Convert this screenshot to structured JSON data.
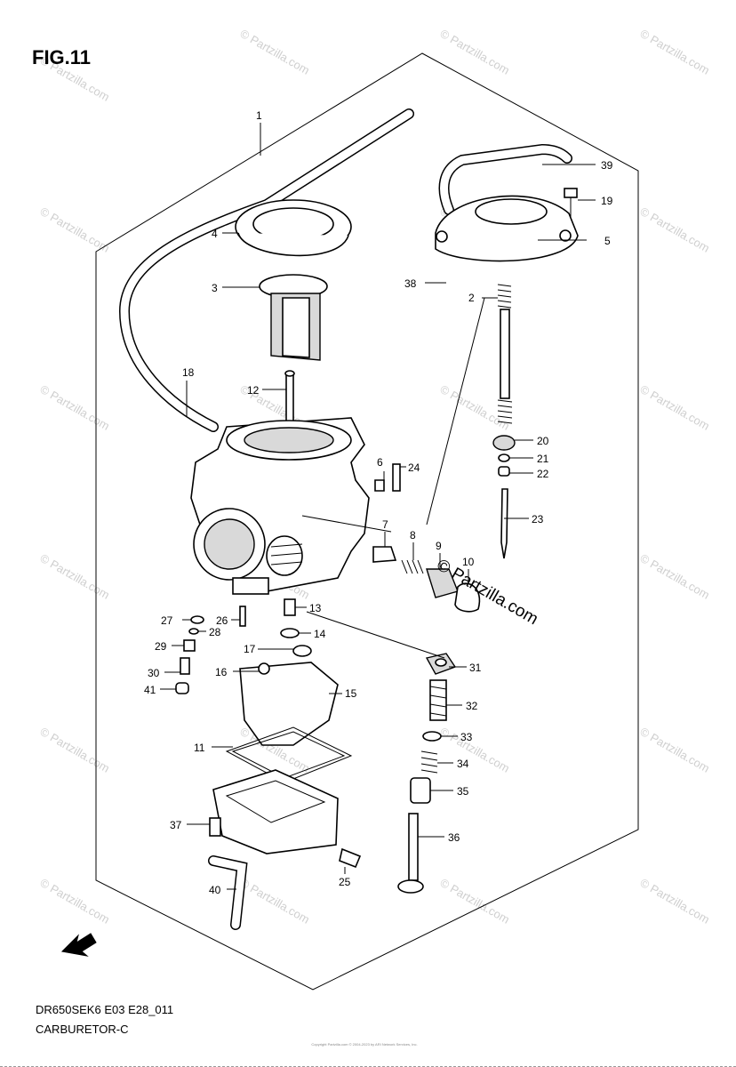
{
  "figure": {
    "title": "FIG.11"
  },
  "footer": {
    "model": "DR650SEK6 E03 E28_011",
    "subtitle": "CARBURETOR-C",
    "copyright": "Copyright\nPartzilla.com © 2004-2023 by ARI Network Services, Inc."
  },
  "watermark": {
    "text": "© Partzilla.com"
  },
  "icons": {
    "front_arrow": "fwd-arrow-icon"
  },
  "callouts": [
    {
      "id": "c1",
      "label": "1"
    },
    {
      "id": "c2",
      "label": "2"
    },
    {
      "id": "c3",
      "label": "3"
    },
    {
      "id": "c4",
      "label": "4"
    },
    {
      "id": "c5",
      "label": "5"
    },
    {
      "id": "c6",
      "label": "6"
    },
    {
      "id": "c7",
      "label": "7"
    },
    {
      "id": "c8",
      "label": "8"
    },
    {
      "id": "c9",
      "label": "9"
    },
    {
      "id": "c10",
      "label": "10"
    },
    {
      "id": "c11",
      "label": "11"
    },
    {
      "id": "c12",
      "label": "12"
    },
    {
      "id": "c13",
      "label": "13"
    },
    {
      "id": "c14",
      "label": "14"
    },
    {
      "id": "c15",
      "label": "15"
    },
    {
      "id": "c16",
      "label": "16"
    },
    {
      "id": "c17",
      "label": "17"
    },
    {
      "id": "c18",
      "label": "18"
    },
    {
      "id": "c19",
      "label": "19"
    },
    {
      "id": "c20",
      "label": "20"
    },
    {
      "id": "c21",
      "label": "21"
    },
    {
      "id": "c22",
      "label": "22"
    },
    {
      "id": "c23",
      "label": "23"
    },
    {
      "id": "c24",
      "label": "24"
    },
    {
      "id": "c25",
      "label": "25"
    },
    {
      "id": "c26",
      "label": "26"
    },
    {
      "id": "c27",
      "label": "27"
    },
    {
      "id": "c28",
      "label": "28"
    },
    {
      "id": "c29",
      "label": "29"
    },
    {
      "id": "c30",
      "label": "30"
    },
    {
      "id": "c31",
      "label": "31"
    },
    {
      "id": "c32",
      "label": "32"
    },
    {
      "id": "c33",
      "label": "33"
    },
    {
      "id": "c34",
      "label": "34"
    },
    {
      "id": "c35",
      "label": "35"
    },
    {
      "id": "c36",
      "label": "36"
    },
    {
      "id": "c37",
      "label": "37"
    },
    {
      "id": "c38",
      "label": "38"
    },
    {
      "id": "c39",
      "label": "39"
    },
    {
      "id": "c40",
      "label": "40"
    },
    {
      "id": "c41",
      "label": "41"
    }
  ]
}
